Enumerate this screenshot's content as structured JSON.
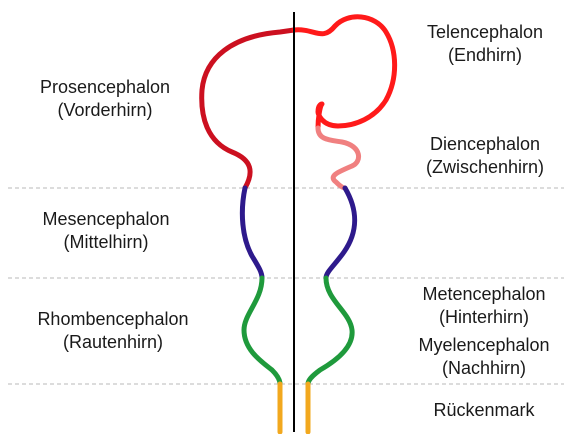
{
  "regions": {
    "prosencephalon": {
      "name": "Prosencephalon",
      "german": "(Vorderhirn)"
    },
    "telencephalon": {
      "name": "Telencephalon",
      "german": "(Endhirn)"
    },
    "diencephalon": {
      "name": "Diencephalon",
      "german": "(Zwischenhirn)"
    },
    "mesencephalon": {
      "name": "Mesencephalon",
      "german": "(Mittelhirn)"
    },
    "rhombencephalon": {
      "name": "Rhombencephalon",
      "german": "(Rautenhirn)"
    },
    "metencephalon": {
      "name": "Metencephalon",
      "german": "(Hinterhirn)"
    },
    "myelencephalon": {
      "name": "Myelencephalon",
      "german": "(Nachhirn)"
    },
    "rueckenmark": {
      "name": "Rückenmark"
    }
  },
  "colors": {
    "prosencephalon_left": "#cc1020",
    "telencephalon": "#ff1a1a",
    "diencephalon": "#f08080",
    "mesencephalon": "#2e1a8c",
    "rhombencephalon": "#1f9a3c",
    "rueckenmark": "#f2a81e",
    "midline": "#000000",
    "separator": "#b8b8b8"
  }
}
